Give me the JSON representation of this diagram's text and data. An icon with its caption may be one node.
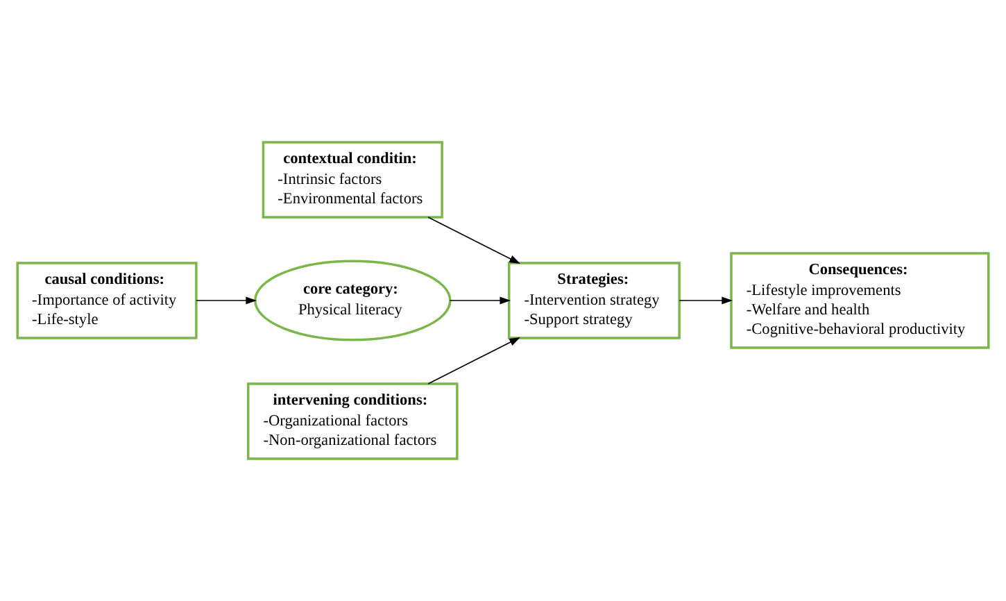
{
  "diagram": {
    "nodes": [
      {
        "text": [
          "contextual conditin:",
          "-Intrinsic factors",
          "-Environmental factors"
        ]
      },
      {
        "text": [
          "causal conditions:",
          "-Importance of activity",
          "-Life-style"
        ]
      },
      {
        "text": [
          "core category:",
          "Physical literacy"
        ]
      },
      {
        "text": [
          "Strategies:",
          "-Intervention strategy",
          "-Support strategy"
        ]
      },
      {
        "text": [
          "Consequences:",
          "-Lifestyle improvements",
          "-Welfare and health",
          "-Cognitive-behavioral productivity"
        ]
      },
      {
        "text": [
          "intervening conditions:",
          "-Organizational factors",
          "-Non-organizational factors"
        ]
      }
    ],
    "edges": [
      {
        "from": 1,
        "to": 2,
        "arrow": "to"
      },
      {
        "from": 2,
        "to": 3,
        "arrow": "to"
      },
      {
        "from": 0,
        "to": 3,
        "arrow": "to"
      },
      {
        "from": 5,
        "to": 3,
        "arrow": "to"
      },
      {
        "from": 3,
        "to": 4,
        "arrow": "to"
      }
    ]
  }
}
